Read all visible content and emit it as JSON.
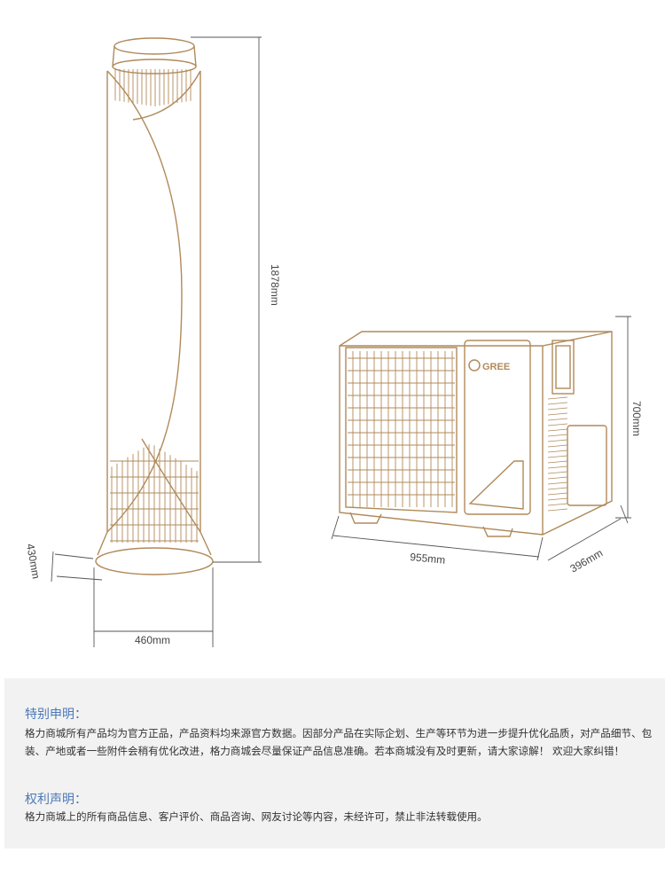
{
  "dimensions": {
    "indoor_height": "1878mm",
    "indoor_width": "460mm",
    "indoor_depth": "430mm",
    "outdoor_height": "700mm",
    "outdoor_width": "955mm",
    "outdoor_depth": "396mm"
  },
  "brand_logo": "GREE",
  "colors": {
    "line": "#b08a5a",
    "dimension_line": "#555555",
    "notice_title": "#4a78b8",
    "notice_bg": "#f2f2f2"
  },
  "notice": {
    "special_title": "特别申明：",
    "special_body": "格力商城所有产品均为官方正品，产品资料均来源官方数据。因部分产品在实际企划、生产等环节为进一步提升优化品质，对产品细节、包装、产地或者一些附件会稍有优化改进，格力商城会尽量保证产品信息准确。若本商城没有及时更新，请大家谅解！ 欢迎大家纠错！",
    "rights_title": "权利声明：",
    "rights_body": "格力商城上的所有商品信息、客户评价、商品咨询、网友讨论等内容，未经许可，禁止非法转载使用。"
  }
}
